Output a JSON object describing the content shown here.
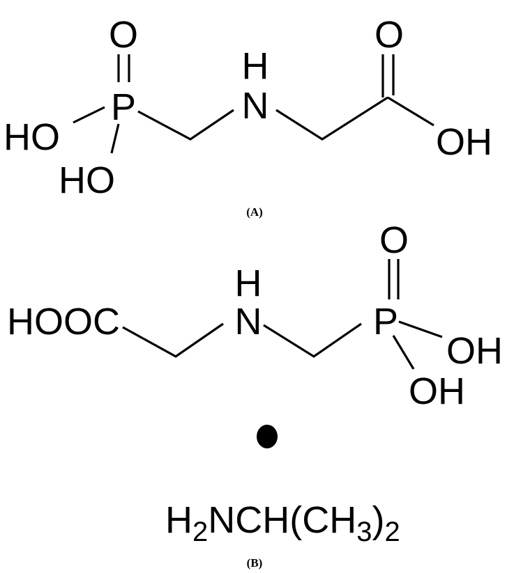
{
  "panel_a": {
    "caption": "(A)",
    "atoms": {
      "o_phosphoryl": "O",
      "p": "P",
      "ho_left": "HO",
      "ho_lower": "HO",
      "h_amine": "H",
      "n": "N",
      "o_carbonyl": "O",
      "oh_right": "OH"
    }
  },
  "panel_b": {
    "caption": "(B)",
    "atoms": {
      "hooc": "HOOC",
      "h_amine": "H",
      "n": "N",
      "o_phosphoryl": "O",
      "p": "P",
      "oh_right": "OH",
      "oh_lower": "OH"
    },
    "salt_separator": "bullet",
    "counterion": {
      "parts": [
        "H",
        "2",
        "NCH(CH",
        "3",
        ")",
        "2"
      ]
    }
  }
}
